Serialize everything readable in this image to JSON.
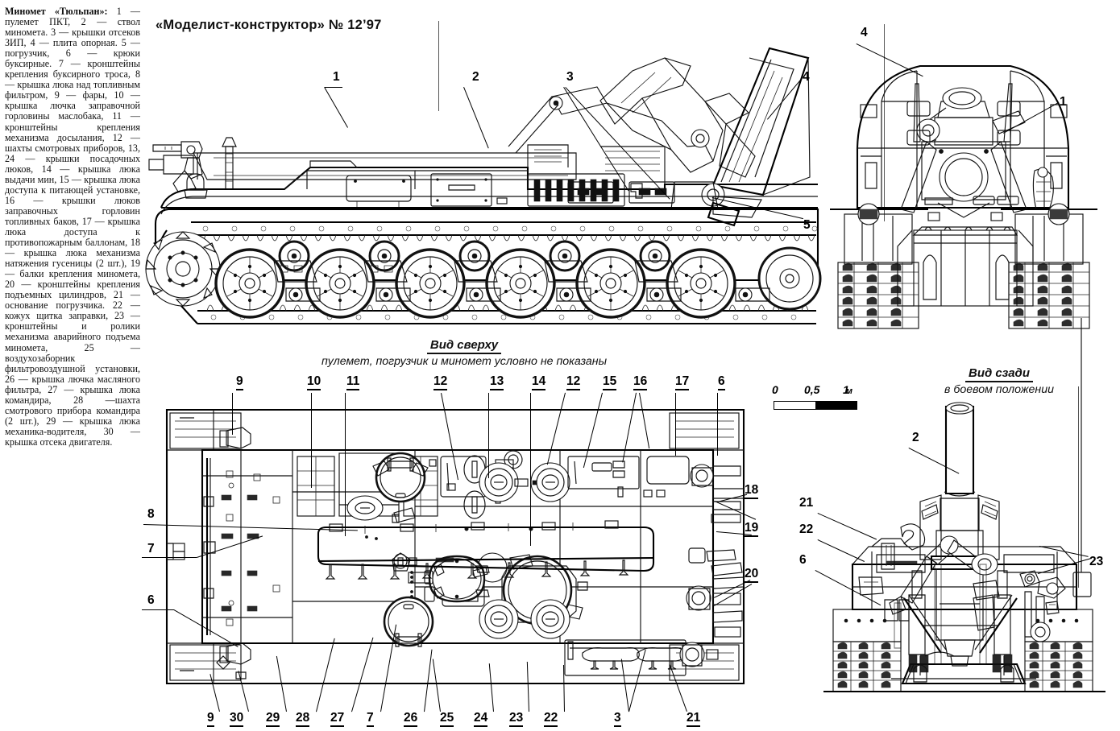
{
  "masthead": "«Моделист-конструктор» № 12’97",
  "legend": {
    "heading": "Миномет «Тюльпан»:",
    "body": "1 — пулемет ПКТ, 2 — ствол миномета. 3 — крышки отсеков ЗИП, 4 — плита опорная. 5 — погрузчик, 6 — крюки буксирные. 7 — кронштейны крепления буксирного троса, 8 — крышка люка над топливным фильтром, 9 — фары, 10 — крышка лючка заправочной горловины маслобака, 11 — кронштейны крепления механизма досылания, 12 — шахты смотровых приборов, 13, 24 — крышки посадочных люков, 14 — крышка люка выдачи мин, 15 — крышка люка доступа к питающей установке, 16 — крышки люков заправочных горловин топливных баков, 17 — крышка люка доступа к противопожарным баллонам, 18 — крышка люка механизма натяжения гусеницы (2 шт.), 19 — балки крепления миномета, 20 — кронштейны крепления подъемных цилиндров, 21 — основание погрузчика. 22 — кожух щитка заправки, 23 — кронштейны и ролики механизма аварийного подъема миномета, 25 — воздухозаборник фильтровоздушной установки, 26 — крышка лючка масляного фильтра, 27 — крышка люка командира, 28 —шахта смотрового прибора командира (2 шт.), 29 — крышка люка механика-водителя, 30 — крышка отсека двигателя."
  },
  "views": {
    "side": {
      "callouts": [
        "1",
        "2",
        "3",
        "4",
        "5"
      ]
    },
    "front": {
      "callouts": [
        "4",
        "1"
      ]
    },
    "top": {
      "title": "Вид сверху",
      "subtitle": "пулемет, погрузчик и миномет условно не показаны",
      "callouts_top": [
        "9",
        "10",
        "11",
        "12",
        "13",
        "14",
        "12",
        "15",
        "16",
        "17",
        "6"
      ],
      "callouts_left": [
        "8",
        "7",
        "6"
      ],
      "callouts_right": [
        "18",
        "19",
        "20"
      ],
      "callouts_bottom": [
        "9",
        "30",
        "29",
        "28",
        "27",
        "7",
        "26",
        "25",
        "24",
        "23",
        "22",
        "3",
        "21"
      ]
    },
    "rear": {
      "title": "Вид сзади",
      "subtitle": "в боевом положении",
      "callouts": [
        "2",
        "21",
        "22",
        "6",
        "23"
      ]
    }
  },
  "scale": {
    "zero": "0",
    "half": "0,5",
    "one": "1",
    "unit": "м"
  },
  "colors": {
    "ink": "#111111",
    "paper": "#ffffff",
    "fill_black": "#000000"
  },
  "callout_numbers": {
    "n1": "1",
    "n2": "2",
    "n3": "3",
    "n4": "4",
    "n5": "5",
    "n6": "6",
    "n7": "7",
    "n8": "8",
    "n9": "9",
    "n10": "10",
    "n11": "11",
    "n12": "12",
    "n13": "13",
    "n14": "14",
    "n15": "15",
    "n16": "16",
    "n17": "17",
    "n18": "18",
    "n19": "19",
    "n20": "20",
    "n21": "21",
    "n22": "22",
    "n23": "23",
    "n24": "24",
    "n25": "25",
    "n26": "26",
    "n27": "27",
    "n28": "28",
    "n29": "29",
    "n30": "30"
  }
}
